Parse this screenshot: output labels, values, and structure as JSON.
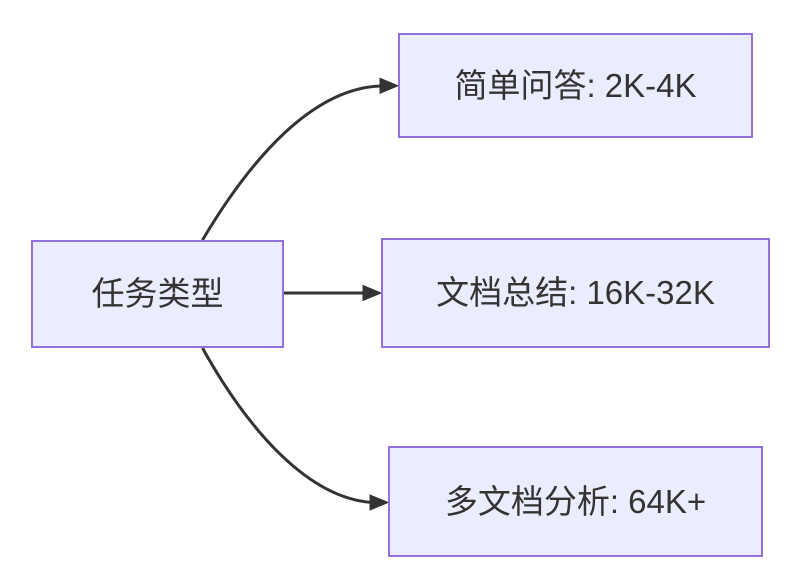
{
  "diagram": {
    "type": "flowchart",
    "direction": "LR",
    "nodes": [
      {
        "id": "root",
        "label": "任务类型"
      },
      {
        "id": "qa",
        "label": "简单问答: 2K-4K"
      },
      {
        "id": "summary",
        "label": "文档总结: 16K-32K"
      },
      {
        "id": "multidoc",
        "label": "多文档分析: 64K+"
      }
    ],
    "edges": [
      {
        "from": "root",
        "to": "qa",
        "label": ""
      },
      {
        "from": "root",
        "to": "summary",
        "label": ""
      },
      {
        "from": "root",
        "to": "multidoc",
        "label": ""
      }
    ]
  },
  "theme": {
    "node_fill": "#ECECFF",
    "node_border": "#9370DB",
    "edge_color": "#333333",
    "text_color": "#333333",
    "background": "#FFFFFF"
  }
}
